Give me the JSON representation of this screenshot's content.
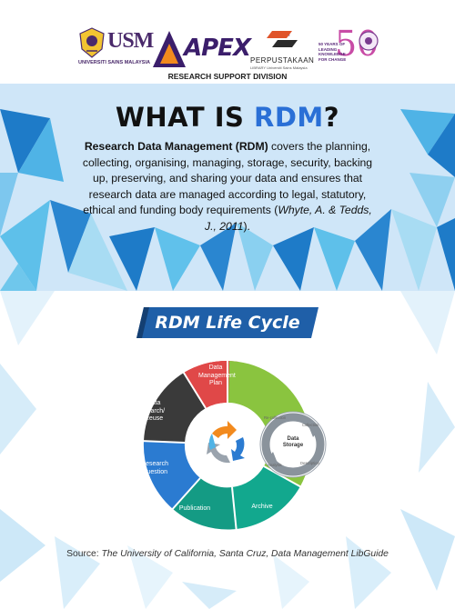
{
  "header": {
    "usm_mark": "USM",
    "usm_name": "UNIVERSITI SAINS MALAYSIA",
    "apex_word": "APEX",
    "apex_tm": "TM",
    "perpustakaan": "PERPUSTAKAAN",
    "perpustakaan_sub": "LIBRARY  Universiti Sains Malaysia",
    "fifty": "50",
    "fifty_sub": "50 YEARS OF LEADING KNOWLEDGE FOR CHANGE",
    "division": "RESEARCH SUPPORT DIVISION"
  },
  "title": {
    "prefix": "WHAT IS ",
    "accent": "RDM",
    "suffix": "?"
  },
  "intro": {
    "term": "Research Data Management (RDM)",
    "body": " covers the planning, collecting, organising, managing, storage, security, backing up, preserving, and sharing your data and ensures that research data are managed according to legal, statutory, ethical and funding body requirements (",
    "citation": "Whyte, A. & Tedds, J., 2011",
    "end": ")."
  },
  "lifecycle": {
    "title": "RDM Life Cycle",
    "segments": {
      "plan": "Data Management Plan",
      "search": "Data Search/ Reuse",
      "question": "Research Question",
      "publication": "Publication",
      "archive": "Archive"
    },
    "storage": "Data Storage",
    "ring_words": [
      "Re-collection",
      "Collection",
      "Description",
      "Analysis"
    ]
  },
  "source": {
    "label": "Source: ",
    "text": "The University of California, Santa Cruz, Data Management LibGuide"
  },
  "colors": {
    "accent_blue": "#2a6fd6",
    "red": "#e04848",
    "green": "#8ac43f",
    "teal": "#12a88e",
    "blue": "#2b7bd1",
    "dark": "#3a3a3a"
  }
}
